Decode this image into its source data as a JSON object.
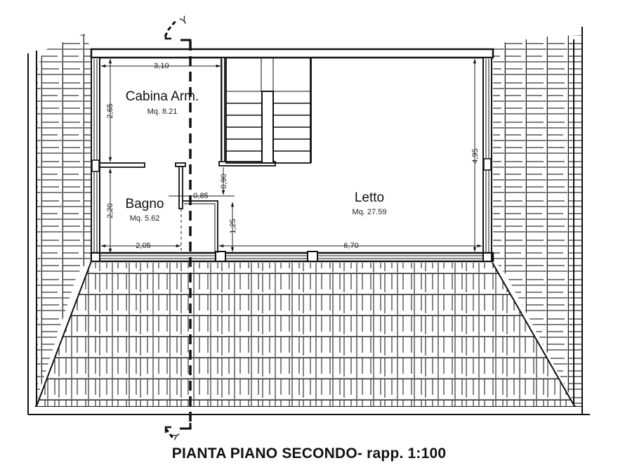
{
  "title": "PIANTA PIANO SECONDO- rapp. 1:100",
  "section_marker": {
    "label_top": "Y",
    "label_bottom": "Y"
  },
  "rooms": [
    {
      "id": "cabina",
      "name": "Cabina Arm.",
      "area": "Mq. 8.21"
    },
    {
      "id": "bagno",
      "name": "Bagno",
      "area": "Mq. 5.62"
    },
    {
      "id": "letto",
      "name": "Letto",
      "area": "Mq. 27.59"
    }
  ],
  "dimensions": {
    "cabina_width": "3,10",
    "cabina_height": "2,65",
    "bagno_height": "2,20",
    "bagno_width": "2,05",
    "door_width": "0,85",
    "passage_depth": "0,90",
    "stair_gap": "1,25",
    "letto_width": "6,70",
    "letto_height": "4,95"
  },
  "colors": {
    "line": "#111111",
    "background": "#ffffff"
  }
}
